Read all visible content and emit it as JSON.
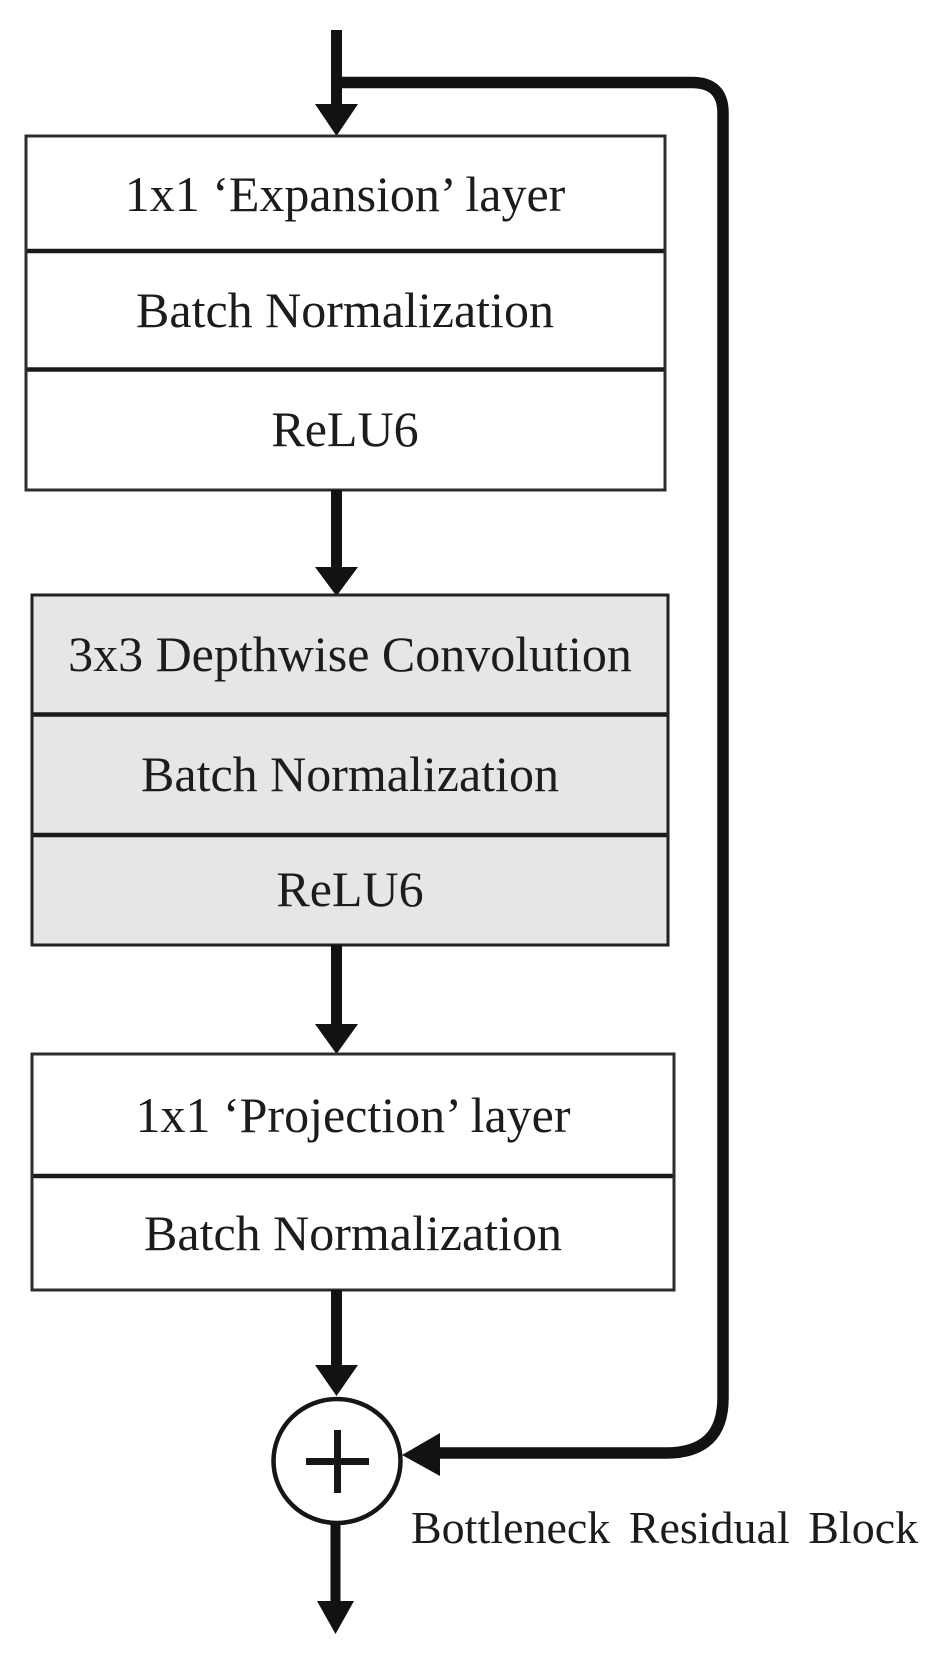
{
  "figure": {
    "caption": "Bottleneck Residual Block",
    "operator": "+",
    "blocks": [
      {
        "id": "expansion",
        "variant": "white",
        "rows": [
          "1x1 ‘Expansion’ layer",
          "Batch Normalization",
          "ReLU6"
        ]
      },
      {
        "id": "depthwise",
        "variant": "gray",
        "rows": [
          "3x3 Depthwise Convolution",
          "Batch Normalization",
          "ReLU6"
        ]
      },
      {
        "id": "projection",
        "variant": "white",
        "rows": [
          "1x1 ‘Projection’ layer",
          "Batch Normalization"
        ]
      }
    ],
    "colors": {
      "line": "#121212",
      "text": "#1c1c1c",
      "box_border": "#2d2d2d",
      "white_fill": "#ffffff",
      "gray_fill": "#e6e6e6",
      "background": "#ffffff"
    }
  }
}
